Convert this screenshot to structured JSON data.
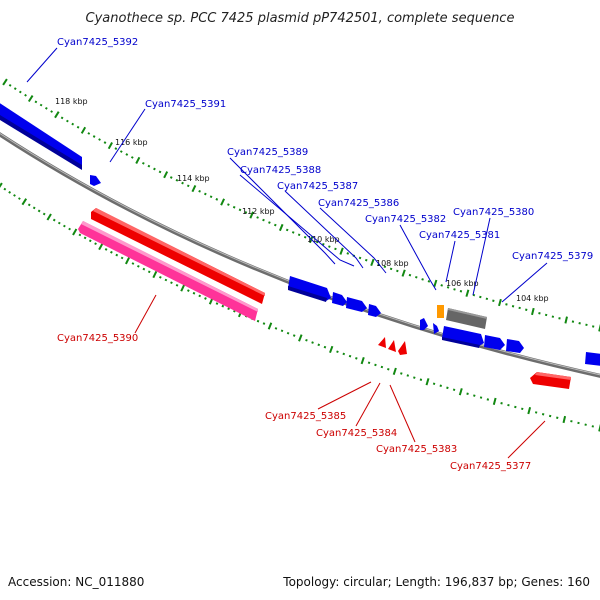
{
  "title": "Cyanothece sp. PCC 7425 plasmid pP742501, complete sequence",
  "footer": {
    "accession": "Accession: NC_011880",
    "stats": "Topology: circular; Length: 196,837 bp; Genes: 160"
  },
  "colors": {
    "forward_gene": "#0000ee",
    "reverse_gene": "#ee0000",
    "pink_gene": "#ff3399",
    "orange_gene": "#ff9900",
    "gray_gene": "#666666",
    "backbone": "#888888",
    "tick": "#118811",
    "forward_label": "#0000cc",
    "reverse_label": "#cc0000"
  },
  "kbp_labels": [
    "118 kbp",
    "116 kbp",
    "114 kbp",
    "112 kbp",
    "110 kbp",
    "108 kbp",
    "106 kbp",
    "104 kbp"
  ],
  "genes": [
    {
      "id": "Cyan7425_5392",
      "strand": "forward"
    },
    {
      "id": "Cyan7425_5391",
      "strand": "forward"
    },
    {
      "id": "Cyan7425_5389",
      "strand": "forward"
    },
    {
      "id": "Cyan7425_5388",
      "strand": "forward"
    },
    {
      "id": "Cyan7425_5387",
      "strand": "forward"
    },
    {
      "id": "Cyan7425_5386",
      "strand": "forward"
    },
    {
      "id": "Cyan7425_5382",
      "strand": "forward"
    },
    {
      "id": "Cyan7425_5380",
      "strand": "forward"
    },
    {
      "id": "Cyan7425_5381",
      "strand": "forward"
    },
    {
      "id": "Cyan7425_5379",
      "strand": "forward"
    },
    {
      "id": "Cyan7425_5390",
      "strand": "reverse"
    },
    {
      "id": "Cyan7425_5385",
      "strand": "reverse"
    },
    {
      "id": "Cyan7425_5384",
      "strand": "reverse"
    },
    {
      "id": "Cyan7425_5383",
      "strand": "reverse"
    },
    {
      "id": "Cyan7425_5377",
      "strand": "reverse"
    }
  ]
}
